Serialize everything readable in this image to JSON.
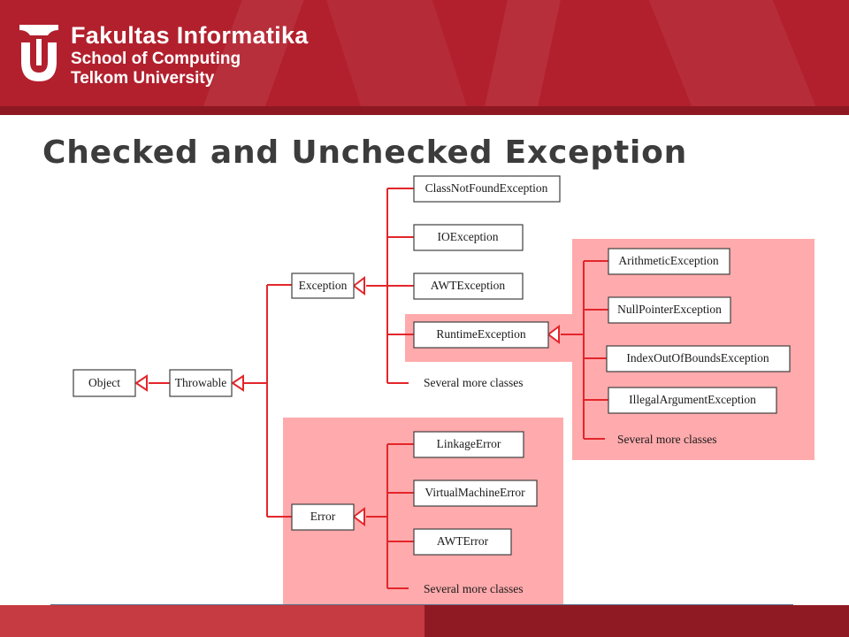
{
  "header": {
    "brand_line1": "Fakultas Informatika",
    "brand_line2": "School of Computing",
    "brand_line3": "Telkom University"
  },
  "slide": {
    "title": "Checked and Unchecked Exception"
  },
  "diagram": {
    "nodes": {
      "object": "Object",
      "throwable": "Throwable",
      "exception": "Exception",
      "error": "Error",
      "class_not_found": "ClassNotFoundException",
      "io_exception": "IOException",
      "awt_exception": "AWTException",
      "runtime_exception": "RuntimeException",
      "exception_more": "Several more classes",
      "arithmetic": "ArithmeticException",
      "null_pointer": "NullPointerException",
      "index_out_of_bounds": "IndexOutOfBoundsException",
      "illegal_argument": "IllegalArgumentException",
      "runtime_more": "Several more classes",
      "linkage_error": "LinkageError",
      "virtual_machine_error": "VirtualMachineError",
      "awt_error": "AWTError",
      "error_more": "Several more classes"
    },
    "colors": {
      "connector": "#e3262b",
      "highlight": "#ffaaac"
    }
  },
  "colors": {
    "banner": "#b2202d",
    "title_text": "#3c3c3c"
  }
}
